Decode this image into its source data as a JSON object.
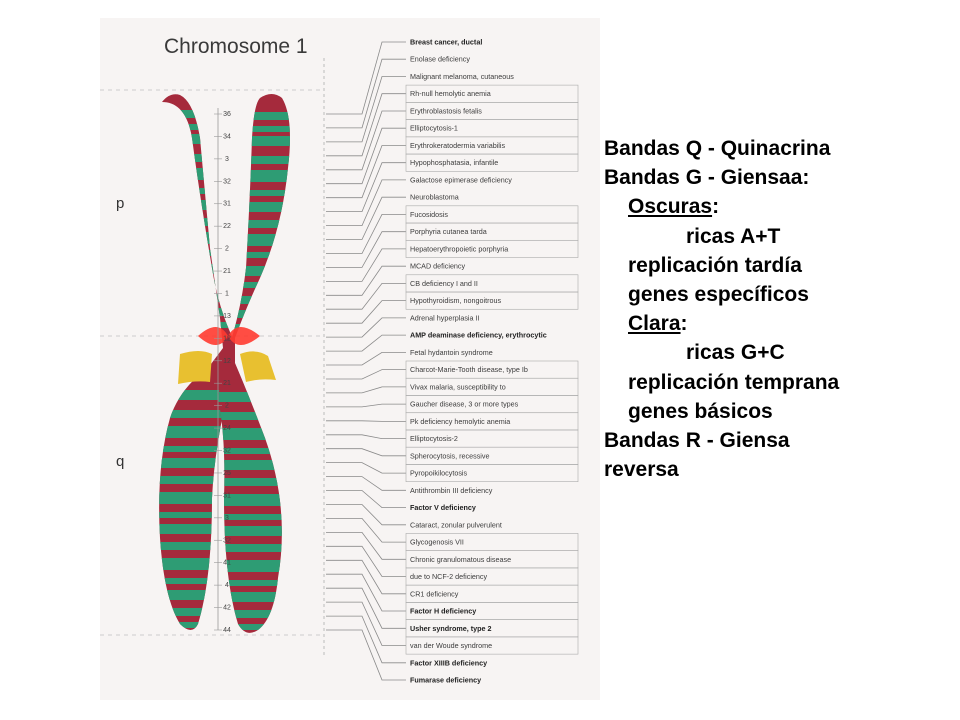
{
  "figure": {
    "title": "Chromosome 1",
    "arm_p": "p",
    "arm_q": "q",
    "colors": {
      "dark_band": "#a52a3c",
      "light_band": "#2e9c74",
      "centromere": "#ff3b30",
      "heterochromatin": "#e8c030"
    },
    "band_numbers": [
      "36",
      "34",
      "3",
      "32",
      "31",
      "22",
      "2",
      "21",
      "1",
      "13",
      "12",
      "12",
      "21",
      "2",
      "24",
      "32",
      "25",
      "31",
      "3",
      "32",
      "41",
      "4",
      "42",
      "44"
    ],
    "annotations": [
      {
        "text": "Breast cancer, ductal",
        "bold": true
      },
      {
        "text": "Enolase deficiency",
        "bold": false
      },
      {
        "text": "Malignant melanoma, cutaneous",
        "bold": false
      },
      {
        "text": "Rh-null hemolytic anemia",
        "bold": false,
        "boxed": true
      },
      {
        "text": "Erythroblastosis fetalis",
        "bold": false,
        "boxed": true
      },
      {
        "text": "Elliptocytosis-1",
        "bold": false,
        "boxed": true
      },
      {
        "text": "Erythrokeratodermia variabilis",
        "bold": false,
        "boxed": true
      },
      {
        "text": "Hypophosphatasia, infantile",
        "bold": false,
        "boxed": true
      },
      {
        "text": "Galactose epimerase deficiency",
        "bold": false
      },
      {
        "text": "Neuroblastoma",
        "bold": false
      },
      {
        "text": "Fucosidosis",
        "bold": false,
        "boxed": true
      },
      {
        "text": "Porphyria cutanea tarda",
        "bold": false,
        "boxed": true
      },
      {
        "text": "Hepatoerythropoietic porphyria",
        "bold": false,
        "boxed": true
      },
      {
        "text": "MCAD deficiency",
        "bold": false
      },
      {
        "text": "CB deficiency I and II",
        "bold": false,
        "boxed": true
      },
      {
        "text": "Hypothyroidism, nongoitrous",
        "bold": false,
        "boxed": true
      },
      {
        "text": "Adrenal hyperplasia II",
        "bold": false
      },
      {
        "text": "AMP deaminase deficiency, erythrocytic",
        "bold": true
      },
      {
        "text": "Fetal hydantoin syndrome",
        "bold": false
      },
      {
        "text": "Charcot-Marie-Tooth disease, type Ib",
        "bold": false,
        "boxed": true
      },
      {
        "text": "Vivax malaria, susceptibility to",
        "bold": false,
        "boxed": true
      },
      {
        "text": "Gaucher disease, 3 or more types",
        "bold": false,
        "boxed": true
      },
      {
        "text": "Pk deficiency hemolytic anemia",
        "bold": false,
        "boxed": true
      },
      {
        "text": "Elliptocytosis-2",
        "bold": false,
        "boxed": true
      },
      {
        "text": "Spherocytosis, recessive",
        "bold": false,
        "boxed": true
      },
      {
        "text": "Pyropoikilocytosis",
        "bold": false,
        "boxed": true
      },
      {
        "text": "Antithrombin III deficiency",
        "bold": false
      },
      {
        "text": "Factor V deficiency",
        "bold": true
      },
      {
        "text": "Cataract, zonular pulverulent",
        "bold": false
      },
      {
        "text": "Glycogenosis VII",
        "bold": false,
        "boxed": true
      },
      {
        "text": "Chronic granulomatous disease",
        "bold": false,
        "boxed": true
      },
      {
        "text": "due to NCF-2 deficiency",
        "bold": false,
        "boxed": true
      },
      {
        "text": "CR1 deficiency",
        "bold": false,
        "boxed": true
      },
      {
        "text": "Factor H deficiency",
        "bold": true,
        "boxed": true
      },
      {
        "text": "Usher syndrome, type 2",
        "bold": true,
        "boxed": true
      },
      {
        "text": "van der Woude syndrome",
        "bold": false,
        "boxed": true
      },
      {
        "text": "Factor XIIIB deficiency",
        "bold": true
      },
      {
        "text": "Fumarase deficiency",
        "bold": true
      }
    ]
  },
  "text": {
    "l1": "Bandas Q - Quinacrina",
    "l2": "Bandas G - Giensaa:",
    "l3_u": "Oscuras",
    "l3_rest": ":",
    "l4": "ricas A+T",
    "l5": "replicación tardía",
    "l6": "genes específicos",
    "l7_u": "Clara",
    "l7_rest": ":",
    "l8": "ricas G+C",
    "l9": "replicación temprana",
    "l10": "genes básicos",
    "l11": "Bandas R - Giensa",
    "l12": "reversa"
  }
}
